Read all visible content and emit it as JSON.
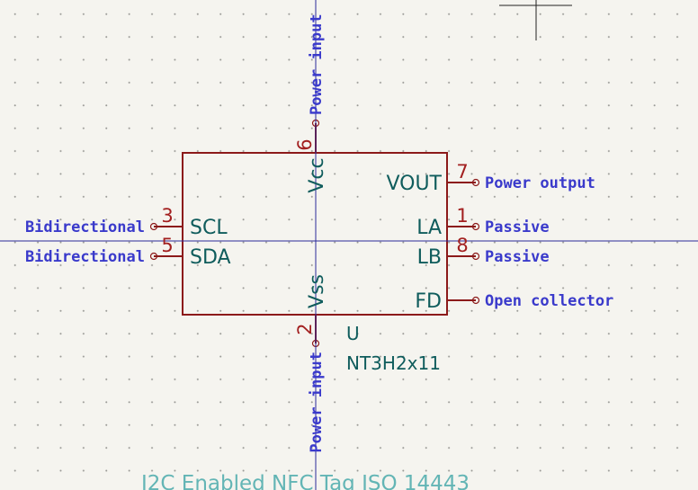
{
  "component": {
    "reference": "U",
    "value": "NT3H2x11",
    "description": "I2C Enabled NFC Tag ISO 14443"
  },
  "pins": {
    "p6": {
      "number": "6",
      "name": "Vcc",
      "type": "Power input"
    },
    "p2": {
      "number": "2",
      "name": "Vss",
      "type": "Power input"
    },
    "p3": {
      "number": "3",
      "name": "SCL",
      "type": "Bidirectional"
    },
    "p5": {
      "number": "5",
      "name": "SDA",
      "type": "Bidirectional"
    },
    "p7": {
      "number": "7",
      "name": "VOUT",
      "type": "Power output"
    },
    "p1": {
      "number": "1",
      "name": "LA",
      "type": "Passive"
    },
    "p8": {
      "number": "8",
      "name": "LB",
      "type": "Passive"
    },
    "pFD": {
      "number": "",
      "name": "FD",
      "type": "Open collector"
    }
  },
  "colors": {
    "background": "#f5f4ef",
    "body_outline": "#8c1a1a",
    "pin_line": "#8c1a1a",
    "pin_number": "#a21f1f",
    "pin_name": "#0f5c5c",
    "pin_type": "#3a3acb",
    "crosshair": "#2a2a9a",
    "description": "#63b5b5"
  }
}
